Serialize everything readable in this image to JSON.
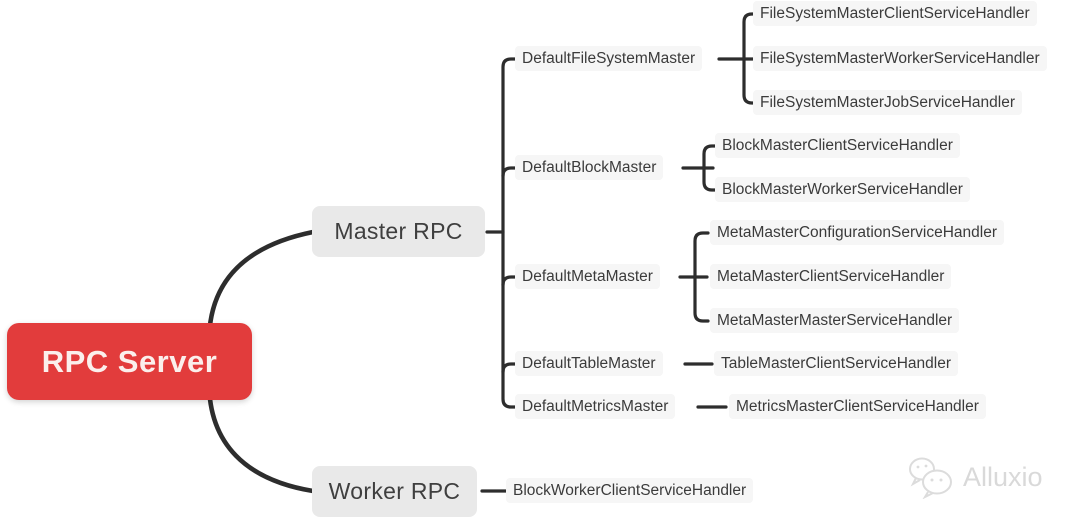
{
  "root": {
    "label": "RPC Server"
  },
  "branches": [
    {
      "label": "Master RPC",
      "modules": [
        {
          "label": "DefaultFileSystemMaster",
          "handlers": [
            "FileSystemMasterClientServiceHandler",
            "FileSystemMasterWorkerServiceHandler",
            "FileSystemMasterJobServiceHandler"
          ]
        },
        {
          "label": "DefaultBlockMaster",
          "handlers": [
            "BlockMasterClientServiceHandler",
            "BlockMasterWorkerServiceHandler"
          ]
        },
        {
          "label": "DefaultMetaMaster",
          "handlers": [
            "MetaMasterConfigurationServiceHandler",
            "MetaMasterClientServiceHandler",
            "MetaMasterMasterServiceHandler"
          ]
        },
        {
          "label": "DefaultTableMaster",
          "handlers": [
            "TableMasterClientServiceHandler"
          ]
        },
        {
          "label": "DefaultMetricsMaster",
          "handlers": [
            "MetricsMasterClientServiceHandler"
          ]
        }
      ]
    },
    {
      "label": "Worker RPC",
      "handlers": [
        "BlockWorkerClientServiceHandler"
      ]
    }
  ],
  "watermark": {
    "text": "Alluxio"
  },
  "colors": {
    "root_bg": "#e23c3c",
    "root_text": "#fbefec",
    "branch_bg": "#e9e9e9",
    "branch_text": "#3f3f3f",
    "label_text": "#3b3b3b",
    "label_bg": "#f6f6f6",
    "line": "#2d2d2d",
    "watermark": "#d9d9d9"
  }
}
